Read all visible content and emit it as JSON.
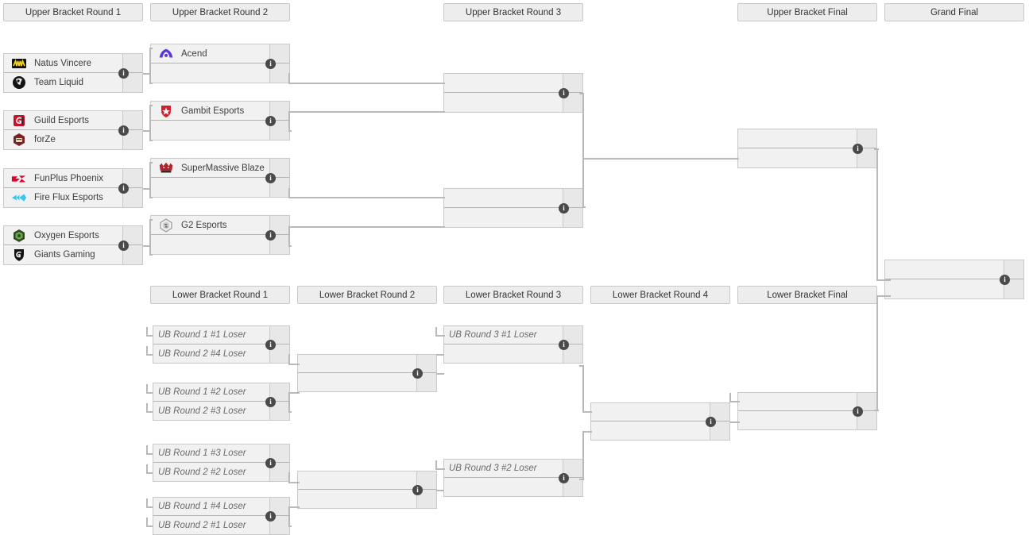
{
  "page": {
    "title": "Double Elimination Tournament Bracket",
    "background": "#ffffff",
    "box_fill": "#f1f1f1",
    "header_fill": "#ededed",
    "line_color": "#b9b9b9",
    "badge_color": "#4a4a4a",
    "info_glyph": "i"
  },
  "headers": {
    "ub_r1": "Upper Bracket Round 1",
    "ub_r2": "Upper Bracket Round 2",
    "ub_r3": "Upper Bracket Round 3",
    "ub_final": "Upper Bracket Final",
    "grand_final": "Grand Final",
    "lb_r1": "Lower Bracket Round 1",
    "lb_r2": "Lower Bracket Round 2",
    "lb_r3": "Lower Bracket Round 3",
    "lb_r4": "Lower Bracket Round 4",
    "lb_final": "Lower Bracket Final"
  },
  "teams": {
    "navi": {
      "name": "Natus Vincere",
      "logo": "navi-logo",
      "color": "#f2d024"
    },
    "liquid": {
      "name": "Team Liquid",
      "logo": "team-liquid-logo",
      "color": "#1b1b1b"
    },
    "guild": {
      "name": "Guild Esports",
      "logo": "guild-esports-logo",
      "color": "#c8102e"
    },
    "forze": {
      "name": "forZe",
      "logo": "forze-logo",
      "color": "#8f2b2b"
    },
    "fpx": {
      "name": "FunPlus Phoenix",
      "logo": "funplus-phoenix-logo",
      "color": "#e4002b"
    },
    "fire": {
      "name": "Fire Flux Esports",
      "logo": "fire-flux-logo",
      "color": "#35c8f0"
    },
    "oxygen": {
      "name": "Oxygen Esports",
      "logo": "oxygen-esports-logo",
      "color": "#6aa84f"
    },
    "giants": {
      "name": "Giants Gaming",
      "logo": "giants-gaming-logo",
      "color": "#1b1b1b"
    },
    "acend": {
      "name": "Acend",
      "logo": "acend-logo",
      "color": "#5b37d8"
    },
    "gambit": {
      "name": "Gambit Esports",
      "logo": "gambit-esports-logo",
      "color": "#d02030"
    },
    "smb": {
      "name": "SuperMassive Blaze",
      "logo": "supermassive-blaze-logo",
      "color": "#b2232c"
    },
    "g2": {
      "name": "G2 Esports",
      "logo": "g2-esports-logo",
      "color": "#8f8f8f"
    }
  },
  "matches": {
    "ub_r1_m1": {
      "top": {
        "team": "navi",
        "score": ""
      },
      "bottom": {
        "team": "liquid",
        "score": ""
      }
    },
    "ub_r1_m2": {
      "top": {
        "team": "guild",
        "score": ""
      },
      "bottom": {
        "team": "forze",
        "score": ""
      }
    },
    "ub_r1_m3": {
      "top": {
        "team": "fpx",
        "score": ""
      },
      "bottom": {
        "team": "fire",
        "score": ""
      }
    },
    "ub_r1_m4": {
      "top": {
        "team": "oxygen",
        "score": ""
      },
      "bottom": {
        "team": "giants",
        "score": ""
      }
    },
    "ub_r2_m1": {
      "top": {
        "team": "acend",
        "score": ""
      },
      "bottom": {
        "team": "",
        "score": ""
      }
    },
    "ub_r2_m2": {
      "top": {
        "team": "gambit",
        "score": ""
      },
      "bottom": {
        "team": "",
        "score": ""
      }
    },
    "ub_r2_m3": {
      "top": {
        "team": "smb",
        "score": ""
      },
      "bottom": {
        "team": "",
        "score": ""
      }
    },
    "ub_r2_m4": {
      "top": {
        "team": "g2",
        "score": ""
      },
      "bottom": {
        "team": "",
        "score": ""
      }
    },
    "ub_r3_m1": {
      "top": {
        "label": "",
        "score": ""
      },
      "bottom": {
        "label": "",
        "score": ""
      }
    },
    "ub_r3_m2": {
      "top": {
        "label": "",
        "score": ""
      },
      "bottom": {
        "label": "",
        "score": ""
      }
    },
    "ub_final": {
      "top": {
        "label": "",
        "score": ""
      },
      "bottom": {
        "label": "",
        "score": ""
      }
    },
    "grand_final": {
      "top": {
        "label": "",
        "score": ""
      },
      "bottom": {
        "label": "",
        "score": ""
      }
    },
    "lb_r1_m1": {
      "top": {
        "label": "UB Round 1 #1 Loser",
        "score": ""
      },
      "bottom": {
        "label": "UB Round 2 #4 Loser",
        "score": ""
      }
    },
    "lb_r1_m2": {
      "top": {
        "label": "UB Round 1 #2 Loser",
        "score": ""
      },
      "bottom": {
        "label": "UB Round 2 #3 Loser",
        "score": ""
      }
    },
    "lb_r1_m3": {
      "top": {
        "label": "UB Round 1 #3 Loser",
        "score": ""
      },
      "bottom": {
        "label": "UB Round 2 #2 Loser",
        "score": ""
      }
    },
    "lb_r1_m4": {
      "top": {
        "label": "UB Round 1 #4 Loser",
        "score": ""
      },
      "bottom": {
        "label": "UB Round 2 #1 Loser",
        "score": ""
      }
    },
    "lb_r2_m1": {
      "top": {
        "label": "",
        "score": ""
      },
      "bottom": {
        "label": "",
        "score": ""
      }
    },
    "lb_r2_m2": {
      "top": {
        "label": "",
        "score": ""
      },
      "bottom": {
        "label": "",
        "score": ""
      }
    },
    "lb_r3_m1": {
      "top": {
        "label": "UB Round 3 #1 Loser",
        "score": ""
      },
      "bottom": {
        "label": "",
        "score": ""
      }
    },
    "lb_r3_m2": {
      "top": {
        "label": "UB Round 3 #2 Loser",
        "score": ""
      },
      "bottom": {
        "label": "",
        "score": ""
      }
    },
    "lb_r4_m1": {
      "top": {
        "label": "",
        "score": ""
      },
      "bottom": {
        "label": "",
        "score": ""
      }
    },
    "lb_final": {
      "top": {
        "label": "",
        "score": ""
      },
      "bottom": {
        "label": "",
        "score": ""
      }
    }
  }
}
